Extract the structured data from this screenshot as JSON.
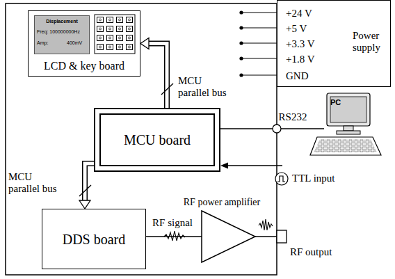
{
  "diagram": {
    "nodes": [
      {
        "text": [
          "+24 V",
          "+5 V",
          "+3.3 V",
          "+1.8 V",
          "GND",
          "Power supply"
        ]
      },
      {
        "text": [
          "LCD & key board"
        ]
      },
      {
        "text": [
          "Displacement",
          "Freq: 100000000Hz",
          "Amp:",
          "400mV"
        ],
        "in": 1
      },
      {
        "text": [
          "MCU board"
        ]
      },
      {
        "text": [
          "PC"
        ]
      },
      {
        "text": [
          "DDS board"
        ]
      },
      {
        "text": [
          "RF power amplifier"
        ]
      }
    ],
    "edges": [
      {
        "from": 3,
        "to": 1,
        "arrow": "to",
        "label": "MCU parallel bus"
      },
      {
        "from": 3,
        "to": 5,
        "arrow": "to",
        "label": "MCU parallel bus"
      },
      {
        "from": 3,
        "to": 4,
        "arrow": "none",
        "label": "RS232"
      },
      {
        "from": 5,
        "to": 6,
        "arrow": "none",
        "label": "RF signal"
      }
    ],
    "labels": [
      "TTL input",
      "RF output"
    ]
  }
}
